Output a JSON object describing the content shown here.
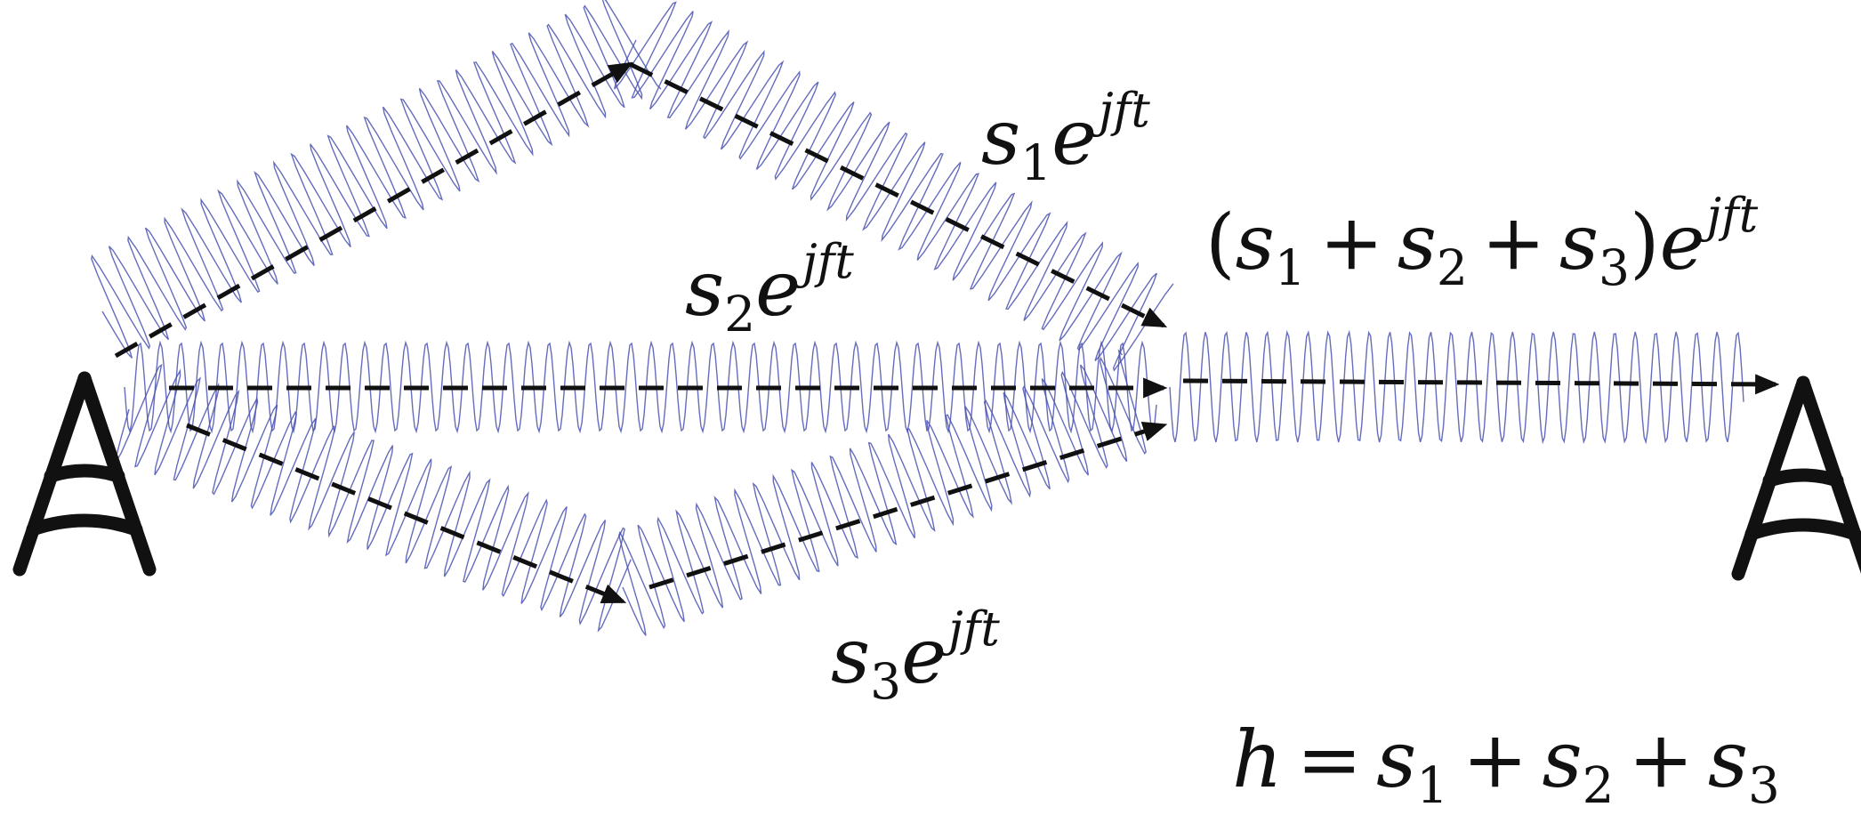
{
  "figure": {
    "paths": [
      {
        "id": "path1",
        "gain_symbol": "s",
        "gain_index": "1",
        "carrier_base": "e",
        "carrier_exponent": "jft"
      },
      {
        "id": "path2",
        "gain_symbol": "s",
        "gain_index": "2",
        "carrier_base": "e",
        "carrier_exponent": "jft"
      },
      {
        "id": "path3",
        "gain_symbol": "s",
        "gain_index": "3",
        "carrier_base": "e",
        "carrier_exponent": "jft"
      }
    ],
    "combined": {
      "open_paren": "(",
      "terms": [
        {
          "symbol": "s",
          "index": "1"
        },
        {
          "symbol": "s",
          "index": "2"
        },
        {
          "symbol": "s",
          "index": "3"
        }
      ],
      "plus": "+",
      "close_paren": ")",
      "carrier_base": "e",
      "carrier_exponent": "jft"
    },
    "channel": {
      "lhs": "h",
      "equals": "=",
      "plus": "+",
      "terms": [
        {
          "symbol": "s",
          "index": "1"
        },
        {
          "symbol": "s",
          "index": "2"
        },
        {
          "symbol": "s",
          "index": "3"
        }
      ]
    },
    "icons": {
      "transmitter": "antenna-tower-icon",
      "receiver": "antenna-tower-icon"
    },
    "colors": {
      "wave": "#4a52b0",
      "arrow": "#111111",
      "antenna": "#111111",
      "background": "#ffffff"
    }
  }
}
